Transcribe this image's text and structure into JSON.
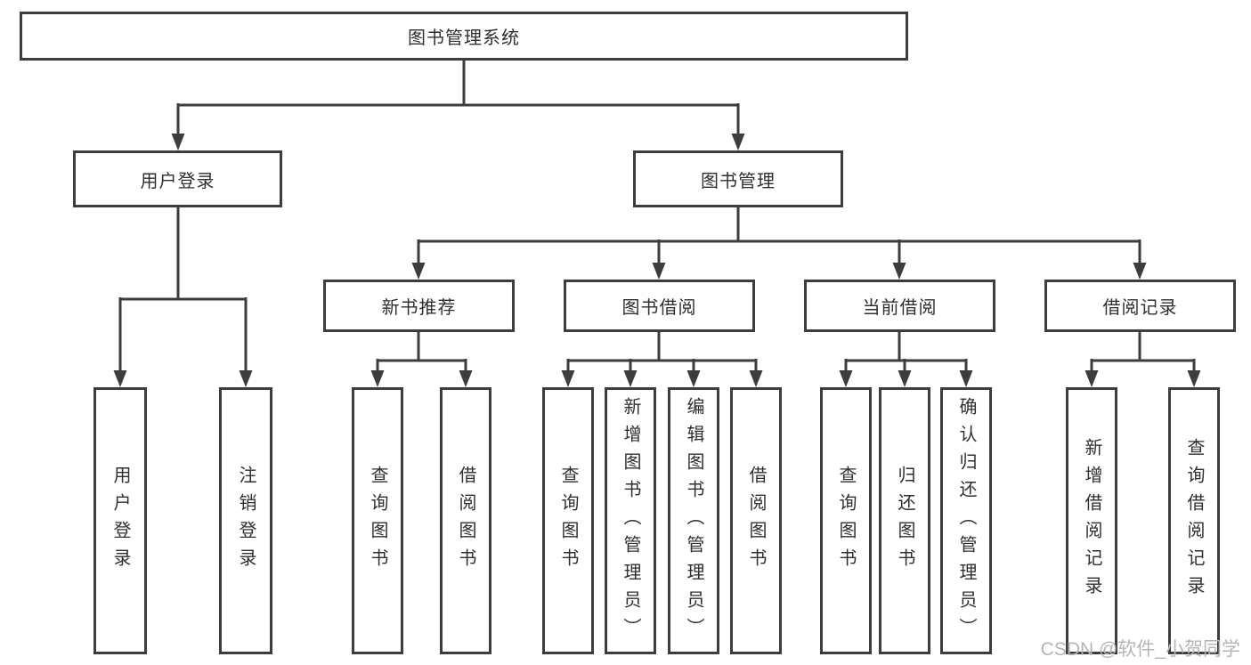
{
  "diagram": {
    "title": "图书管理系统",
    "colors": {
      "line": "#3d3d3d",
      "text": "#2f2f2f",
      "watermark": "#b5b5b5",
      "background": "#ffffff"
    },
    "nodes": {
      "root": "图书管理系统",
      "level2": [
        "用户登录",
        "图书管理"
      ],
      "level3": [
        "新书推荐",
        "图书借阅",
        "当前借阅",
        "借阅记录"
      ],
      "leaves_user": [
        "用户登录",
        "注销登录"
      ],
      "leaves_newbooks": [
        "查询图书",
        "借阅图书"
      ],
      "leaves_borrow": [
        "查询图书",
        "新增图书（管理员）",
        "编辑图书（管理员）",
        "借阅图书"
      ],
      "leaves_current": [
        "查询图书",
        "归还图书",
        "确认归还（管理员）"
      ],
      "leaves_records": [
        "新增借阅记录",
        "查询借阅记录"
      ]
    }
  },
  "watermark": {
    "text": "CSDN @软件_小贺同学"
  }
}
